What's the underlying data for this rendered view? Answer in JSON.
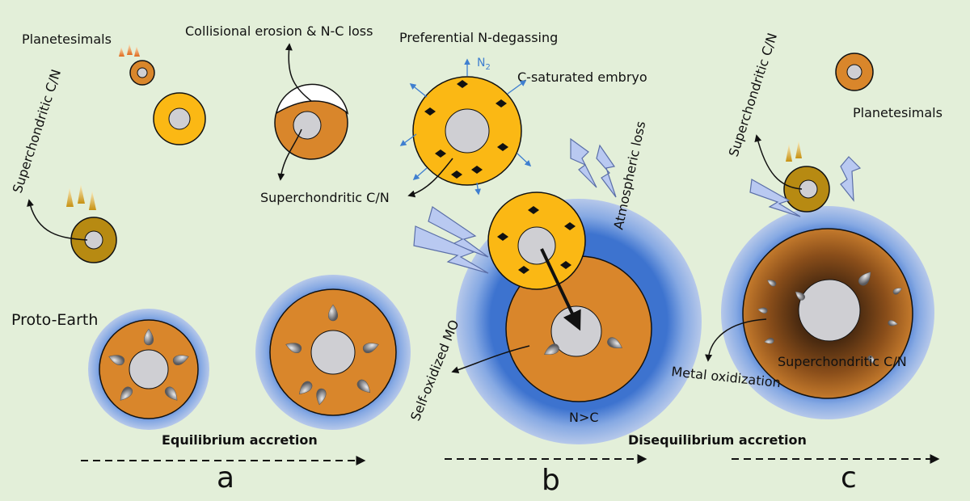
{
  "labels": {
    "planetesimals_left": "Planetesimals",
    "collisional_erosion": "Collisional erosion & N-C loss",
    "preferential_degassing": "Preferential N-degassing",
    "n2": "N",
    "n2_sub": "2",
    "c_saturated_embryo": "C-saturated embryo",
    "superchondritic_left": "Superchondritic C/N",
    "superchondritic_mid": "Superchondritic C/N",
    "atmospheric_loss": "Atmospheric loss",
    "proto_earth": "Proto-Earth",
    "self_oxidized_mo": "Self-oxidized MO",
    "n_gt_c": "N>C",
    "superchondritic_right": "Superchondritic C/N",
    "planetesimals_right": "Planetesimals",
    "metal_oxidization": "Metal oxidization",
    "superchondritic_core": "Superchondritic C/N"
  },
  "captions": {
    "equilibrium": "Equilibrium accretion",
    "disequilibrium": "Disequilibrium accretion"
  },
  "panels": {
    "a": "a",
    "b": "b",
    "c": "c"
  },
  "colors": {
    "background": "#e3efd9",
    "mantle_orange": "#d9862b",
    "mantle_yellow": "#fbb814",
    "mantle_olive": "#b78a12",
    "core_gray": "#cfcfd3",
    "atmosphere_blue": "#5b8fd8",
    "arrow_blue": "#3f7fd0",
    "lightning_blue": "#b9c9f1"
  }
}
